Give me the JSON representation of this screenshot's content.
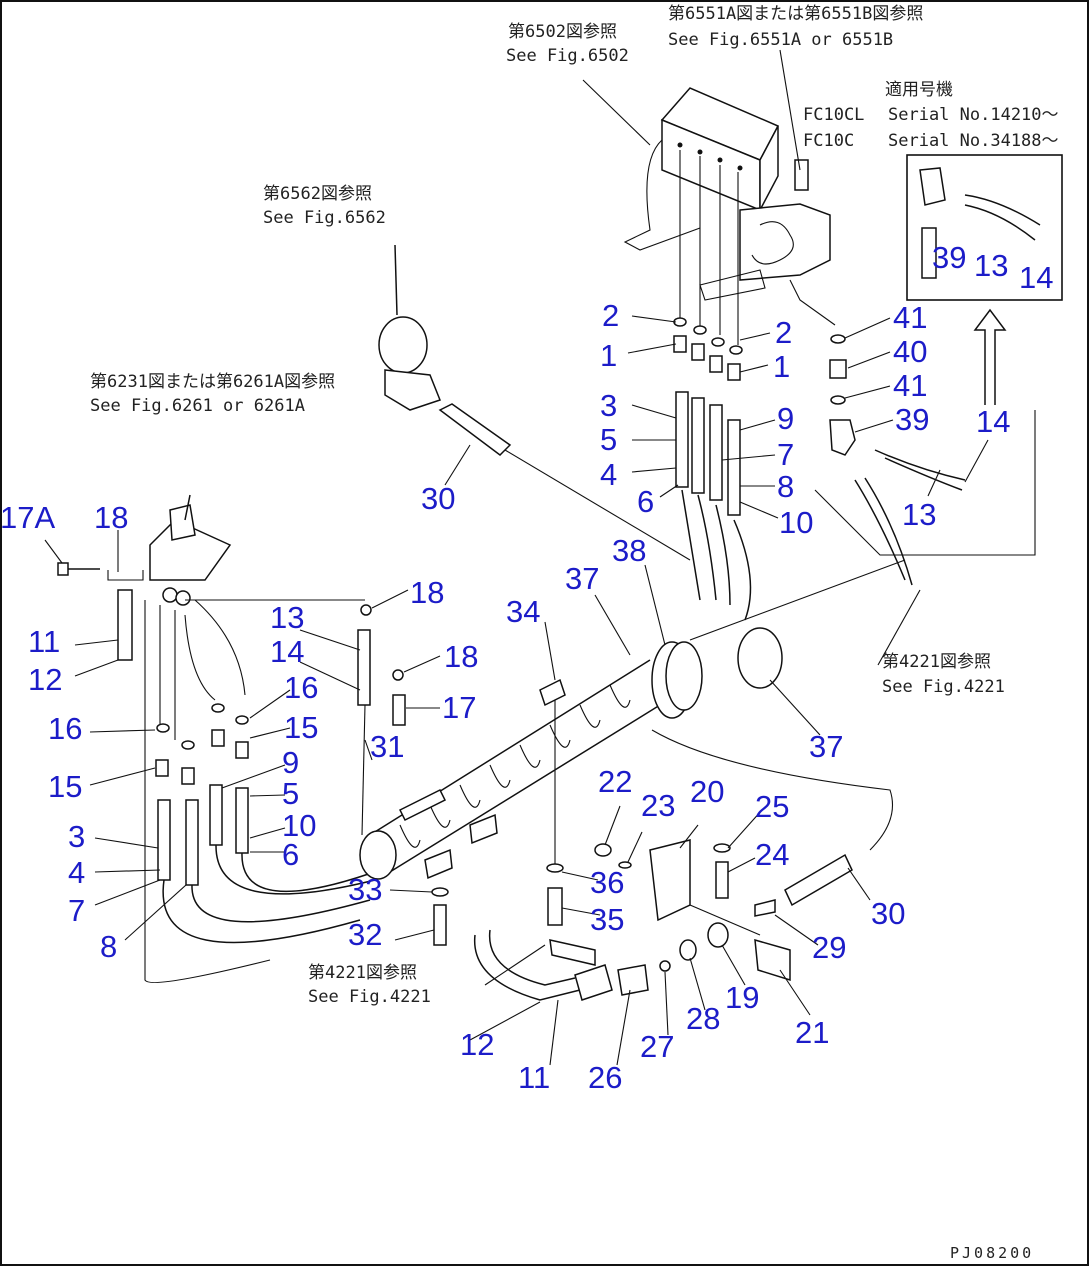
{
  "references": {
    "fig6502": {
      "jp": "第6502図参照",
      "en": "See Fig.6502"
    },
    "fig6551": {
      "jp": "第6551A図または第6551B図参照",
      "en": "See Fig.6551A or 6551B"
    },
    "applicable": {
      "jp": "適用号機"
    },
    "serial_fc10cl": {
      "model": "FC10CL",
      "text": "Serial No.14210〜"
    },
    "serial_fc10c": {
      "model": "FC10C",
      "text": "Serial No.34188〜"
    },
    "fig6562": {
      "jp": "第6562図参照",
      "en": "See Fig.6562"
    },
    "fig6261": {
      "jp": "第6231図または第6261A図参照",
      "en": "See Fig.6261 or 6261A"
    },
    "fig4221_right": {
      "jp": "第4221図参照",
      "en": "See Fig.4221"
    },
    "fig4221_bottom": {
      "jp": "第4221図参照",
      "en": "See Fig.4221"
    }
  },
  "drawing_code": "PJ08200",
  "part_numbers": {
    "n2a": "2",
    "n2b": "2",
    "n1a": "1",
    "n1b": "1",
    "n3r": "3",
    "n5r": "5",
    "n4r": "4",
    "n6r": "6",
    "n9r": "9",
    "n7r": "7",
    "n8r": "8",
    "n10r": "10",
    "n41a": "41",
    "n40": "40",
    "n41b": "41",
    "n39r": "39",
    "n14r": "14",
    "n13r": "13",
    "n39i": "39",
    "n13i": "13",
    "n14i": "14",
    "n30a": "30",
    "n38": "38",
    "n37a": "37",
    "n37b": "37",
    "n34": "34",
    "n17a": "17A",
    "n18a": "18",
    "n11l": "11",
    "n12l": "12",
    "n18b": "18",
    "n13l": "13",
    "n14l": "14",
    "n18c": "18",
    "n16a": "16",
    "n17": "17",
    "n16b": "16",
    "n15a": "15",
    "n31": "31",
    "n15b": "15",
    "n9l": "9",
    "n5l": "5",
    "n10l": "10",
    "n6l": "6",
    "n3l": "3",
    "n4l": "4",
    "n7l": "7",
    "n8l": "8",
    "n22": "22",
    "n23": "23",
    "n20": "20",
    "n25": "25",
    "n24": "24",
    "n36": "36",
    "n30b": "30",
    "n33": "33",
    "n35": "35",
    "n32": "32",
    "n29": "29",
    "n19": "19",
    "n21": "21",
    "n28": "28",
    "n27": "27",
    "n26": "26",
    "n12b": "12",
    "n11b": "11"
  }
}
